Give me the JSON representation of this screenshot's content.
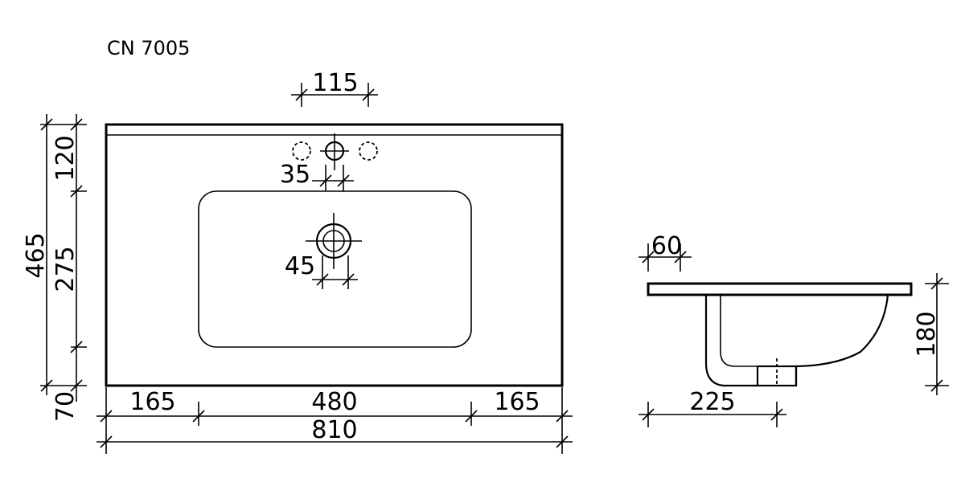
{
  "model": "CN 7005",
  "top_view": {
    "tap_spacing": "115",
    "deck_depth": "120",
    "total_depth": "465",
    "bowl_depth": "275",
    "front_margin": "70",
    "tap_hole_diameter": "35",
    "drain_diameter": "45",
    "left_margin": "165",
    "bowl_width": "480",
    "right_margin": "165",
    "total_width": "810"
  },
  "side_view": {
    "rim_thickness": "60",
    "height": "180",
    "bowl_offset": "225"
  }
}
